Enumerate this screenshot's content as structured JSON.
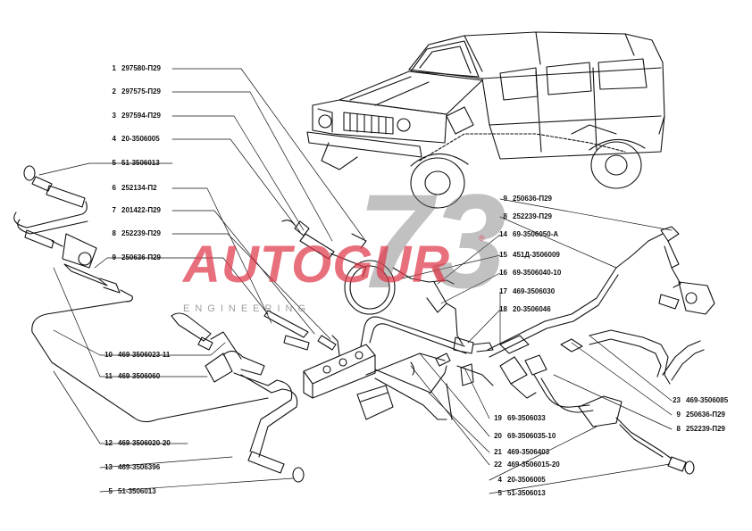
{
  "watermark": {
    "brand": "AUTOGUR",
    "number": "73",
    "subtitle": "ENGINEERING",
    "registered": "®"
  },
  "colors": {
    "watermark_red": "#e0384a",
    "watermark_gray": "#777777",
    "line": "#111111"
  },
  "callouts": [
    {
      "id": "c1",
      "num": "1",
      "part": "297580-П29"
    },
    {
      "id": "c2",
      "num": "2",
      "part": "297575-П29"
    },
    {
      "id": "c3",
      "num": "3",
      "part": "297594-П29"
    },
    {
      "id": "c4",
      "num": "4",
      "part": "20-3506005"
    },
    {
      "id": "c5",
      "num": "5",
      "part": "51-3506013"
    },
    {
      "id": "c6",
      "num": "6",
      "part": "252134-П2"
    },
    {
      "id": "c7",
      "num": "7",
      "part": "201422-П29"
    },
    {
      "id": "c8",
      "num": "8",
      "part": "252239-П29"
    },
    {
      "id": "c9",
      "num": "9",
      "part": "250636-П29"
    },
    {
      "id": "c10",
      "num": "10",
      "part": "469-3506023-11"
    },
    {
      "id": "c11",
      "num": "11",
      "part": "469-3506060"
    },
    {
      "id": "c12",
      "num": "12",
      "part": "469-3506020-20"
    },
    {
      "id": "c13",
      "num": "13",
      "part": "469-3506396"
    },
    {
      "id": "c5b",
      "num": "5",
      "part": "51-3506013"
    },
    {
      "id": "r9",
      "num": "9",
      "part": "250636-П29"
    },
    {
      "id": "r8",
      "num": "8",
      "part": "252239-П29"
    },
    {
      "id": "r14",
      "num": "14",
      "part": "69-3506050-А"
    },
    {
      "id": "r15",
      "num": "15",
      "part": "451Д-3506009"
    },
    {
      "id": "r16",
      "num": "16",
      "part": "69-3506040-10"
    },
    {
      "id": "r17",
      "num": "17",
      "part": "469-3506030"
    },
    {
      "id": "r18",
      "num": "18",
      "part": "20-3506046"
    },
    {
      "id": "r23",
      "num": "23",
      "part": "469-3506085"
    },
    {
      "id": "r9b",
      "num": "9",
      "part": "250636-П29"
    },
    {
      "id": "r8b",
      "num": "8",
      "part": "252239-П29"
    },
    {
      "id": "r19",
      "num": "19",
      "part": "69-3506033"
    },
    {
      "id": "r20",
      "num": "20",
      "part": "69-3506035-10"
    },
    {
      "id": "r21",
      "num": "21",
      "part": "469-3506403"
    },
    {
      "id": "r22",
      "num": "22",
      "part": "469-3506015-20"
    },
    {
      "id": "r4",
      "num": "4",
      "part": "20-3506005"
    },
    {
      "id": "r5",
      "num": "5",
      "part": "51-3506013"
    }
  ]
}
